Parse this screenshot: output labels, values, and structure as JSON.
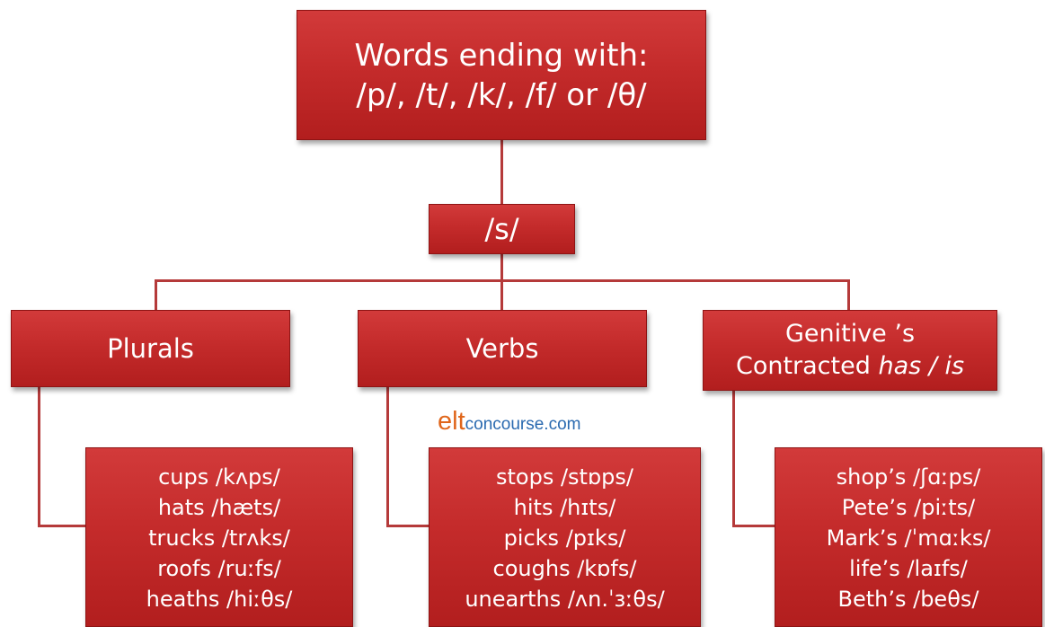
{
  "root": {
    "line1": "Words ending with:",
    "line2": "/p/, /t/, /k/, /f/ or /θ/"
  },
  "middle": {
    "label": "/s/"
  },
  "categories": {
    "plurals": {
      "label": "Plurals"
    },
    "verbs": {
      "label": "Verbs"
    },
    "genitive": {
      "line1": "Genitive ’s",
      "line2_plain": "Contracted ",
      "line2_italic": "has / is"
    }
  },
  "lists": {
    "plurals": [
      "cups /kʌps/",
      "hats /hæts/",
      "trucks /trʌks/",
      "roofs /ruːfs/",
      "heaths /hiːθs/"
    ],
    "verbs": [
      "stops /stɒps/",
      "hits /hɪts/",
      "picks /pɪks/",
      "coughs /kɒfs/",
      "unearths /ʌn.ˈɜːθs/"
    ],
    "genitive": [
      "shop’s /ʃɑːps/",
      "Pete’s /piːts/",
      "Mark’s /ˈmɑːks/",
      "life’s /laɪfs/",
      "Beth’s /beθs/"
    ]
  },
  "brand": {
    "elt": "elt",
    "rest": "concourse.com"
  },
  "colors": {
    "box": "#c42b2b",
    "connector": "#b53a3a",
    "brand_orange": "#e0661b",
    "brand_blue": "#2a6ab0"
  }
}
